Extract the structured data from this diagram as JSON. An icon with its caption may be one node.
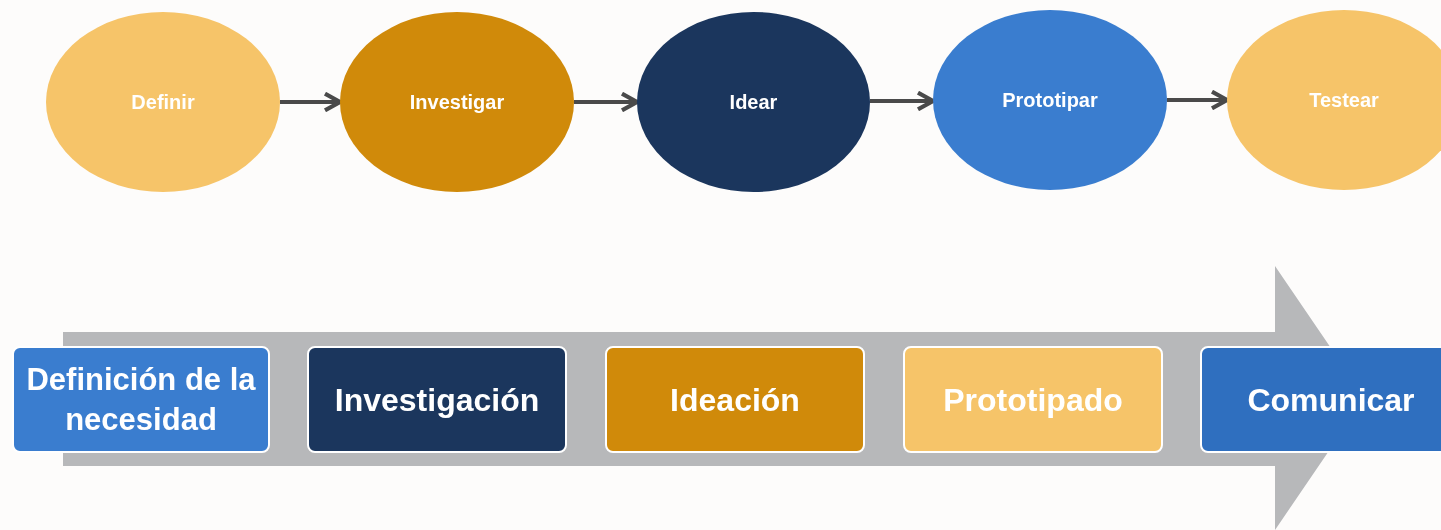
{
  "diagram": {
    "nodes": [
      {
        "text": [
          "Definir"
        ]
      },
      {
        "text": [
          "Investigar"
        ]
      },
      {
        "text": [
          "Idear"
        ]
      },
      {
        "text": [
          "Prototipar"
        ]
      },
      {
        "text": [
          "Testear"
        ]
      },
      {
        "text": [
          "Definición de la necesidad"
        ]
      },
      {
        "text": [
          "Investigación"
        ]
      },
      {
        "text": [
          "Ideación"
        ]
      },
      {
        "text": [
          "Prototipado"
        ]
      },
      {
        "text": [
          "Comunicar"
        ]
      }
    ],
    "edges": [
      {
        "from": 0,
        "to": 1,
        "arrow": "to"
      },
      {
        "from": 1,
        "to": 2,
        "arrow": "to"
      },
      {
        "from": 2,
        "to": 3,
        "arrow": "to"
      },
      {
        "from": 3,
        "to": 4,
        "arrow": "to"
      }
    ]
  }
}
